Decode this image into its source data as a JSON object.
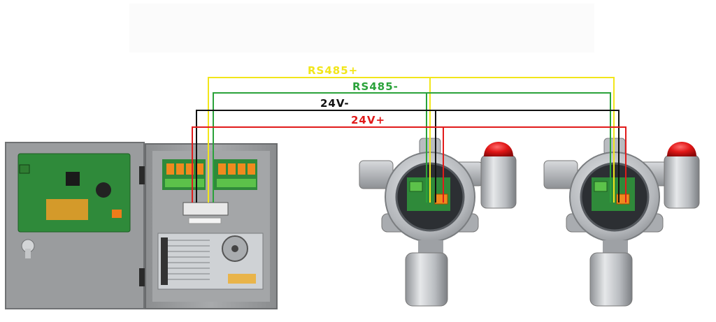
{
  "labels": {
    "rs485_plus": "RS485+",
    "rs485_minus": "RS485-",
    "v24_minus": "24V-",
    "v24_plus": "24V+"
  },
  "wire_colors": {
    "rs485_plus": "#f2e61a",
    "rs485_minus": "#2aa23a",
    "v24_minus": "#111111",
    "v24_plus": "#e11b1b"
  },
  "components": {
    "controller_cabinet": "controller-cabinet",
    "detector_1": "gas-detector-1",
    "detector_2": "gas-detector-2"
  }
}
